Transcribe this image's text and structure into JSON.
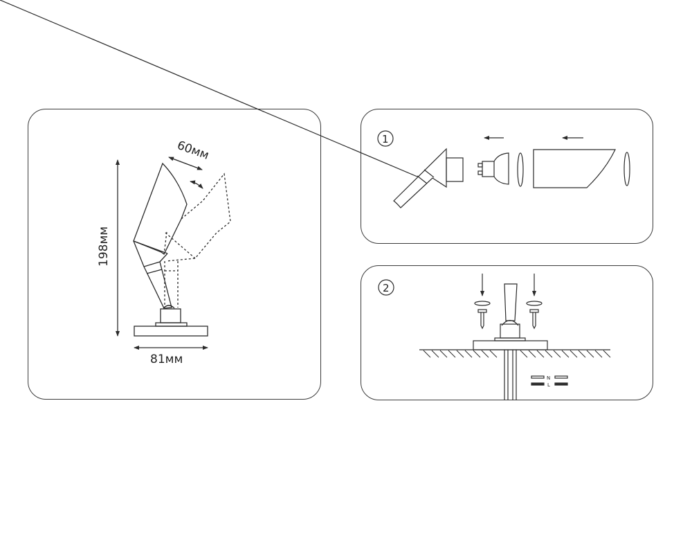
{
  "panels": {
    "dimensions": {
      "width_label": "81мм",
      "height_label": "198мм",
      "head_label": "60мм"
    },
    "step1": {
      "number": "1"
    },
    "step2": {
      "number": "2",
      "wire_neutral": "N",
      "wire_live": "L"
    }
  },
  "colors": {
    "line": "#2a2a2a",
    "border": "#3a3a3a"
  }
}
